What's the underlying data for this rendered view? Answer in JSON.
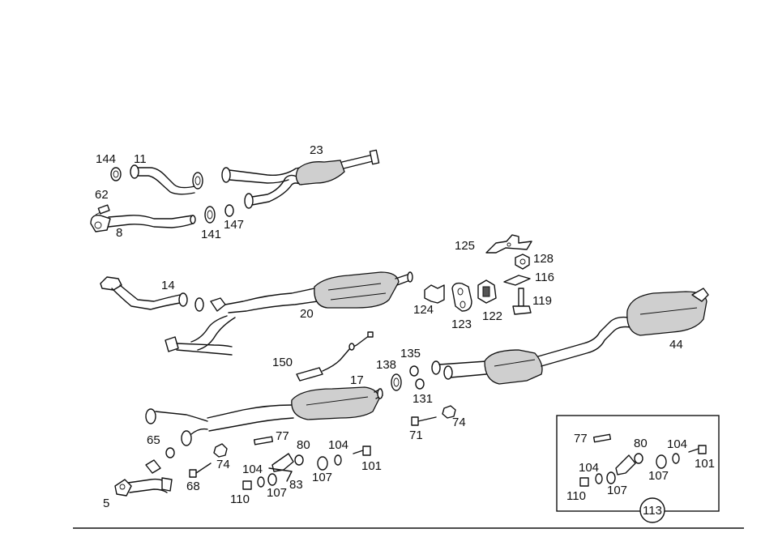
{
  "diagram": {
    "part_numbers": {
      "p144": "144",
      "p11": "11",
      "p23": "23",
      "p62": "62",
      "p8": "8",
      "p141": "141",
      "p147": "147",
      "p125": "125",
      "p128": "128",
      "p116": "116",
      "p14": "14",
      "p119": "119",
      "p124": "124",
      "p123": "123",
      "p122": "122",
      "p20": "20",
      "p44": "44",
      "p150": "150",
      "p135": "135",
      "p138": "138",
      "p17": "17",
      "p131": "131",
      "p74a": "74",
      "p71": "71",
      "p65": "65",
      "p77": "77",
      "p80": "80",
      "p104a": "104",
      "p74b": "74",
      "p101": "101",
      "p104b": "104",
      "p68": "68",
      "p107a": "107",
      "p83": "83",
      "p107b": "107",
      "p5": "5",
      "p110": "110"
    },
    "inset": {
      "p77": "77",
      "p80": "80",
      "p104a": "104",
      "p104b": "104",
      "p107a": "107",
      "p101": "101",
      "p110": "110",
      "p107b": "107",
      "ref": "113"
    }
  }
}
